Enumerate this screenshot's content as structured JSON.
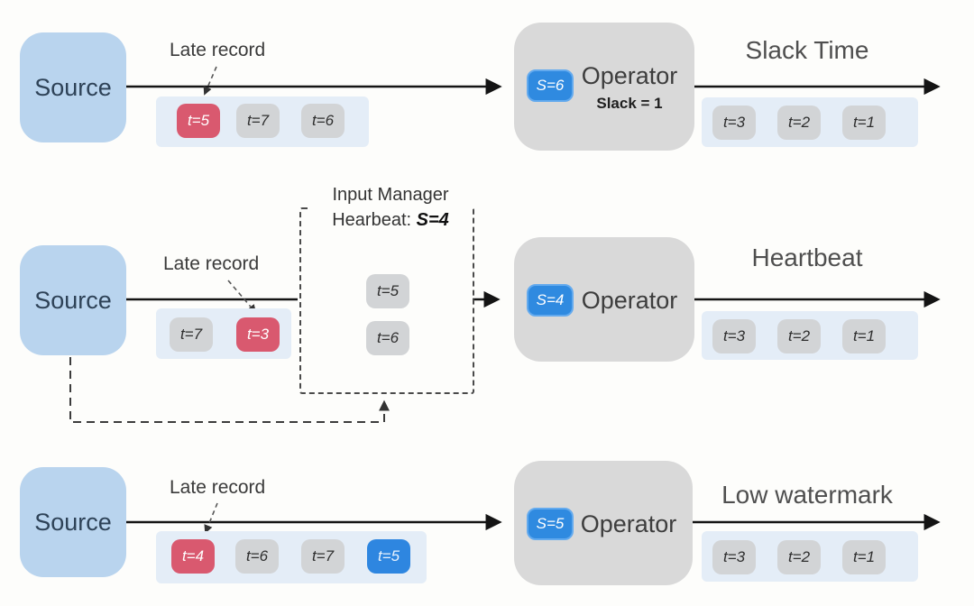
{
  "colors": {
    "page_bg": "#fdfdfb",
    "source_fill": "#b9d4ee",
    "source_text": "#2e4257",
    "operator_fill": "#d9d9d9",
    "badge_fill": "#2f8ae0",
    "late_record_fill": "#d9596f",
    "watermark_record_fill": "#2e86e0",
    "record_fill": "#d2d4d6",
    "stream_band_fill": "#e4edf7"
  },
  "rows": [
    {
      "name": "slack-time",
      "title": "Slack Time",
      "source_label": "Source",
      "late_record_label": "Late record",
      "operator_label": "Operator",
      "operator_sublabel": "Slack = 1",
      "badge": "S=6",
      "input_records": [
        {
          "label": "t=5",
          "status": "late"
        },
        {
          "label": "t=7",
          "status": "on-time"
        },
        {
          "label": "t=6",
          "status": "on-time"
        }
      ],
      "output_records": [
        {
          "label": "t=3"
        },
        {
          "label": "t=2"
        },
        {
          "label": "t=1"
        }
      ]
    },
    {
      "name": "heartbeat",
      "title": "Heartbeat",
      "source_label": "Source",
      "late_record_label": "Late record",
      "operator_label": "Operator",
      "badge": "S=4",
      "input_manager": {
        "title": "Input Manager",
        "heartbeat_label": "Hearbeat:",
        "heartbeat_value": "S=4",
        "buffered_records": [
          {
            "label": "t=5"
          },
          {
            "label": "t=6"
          }
        ]
      },
      "input_records": [
        {
          "label": "t=7",
          "status": "on-time"
        },
        {
          "label": "t=3",
          "status": "late"
        }
      ],
      "output_records": [
        {
          "label": "t=3"
        },
        {
          "label": "t=2"
        },
        {
          "label": "t=1"
        }
      ]
    },
    {
      "name": "low-watermark",
      "title": "Low watermark",
      "source_label": "Source",
      "late_record_label": "Late record",
      "operator_label": "Operator",
      "badge": "S=5",
      "input_records": [
        {
          "label": "t=4",
          "status": "late"
        },
        {
          "label": "t=6",
          "status": "on-time"
        },
        {
          "label": "t=7",
          "status": "on-time"
        },
        {
          "label": "t=5",
          "status": "watermark"
        }
      ],
      "output_records": [
        {
          "label": "t=3"
        },
        {
          "label": "t=2"
        },
        {
          "label": "t=1"
        }
      ]
    }
  ]
}
